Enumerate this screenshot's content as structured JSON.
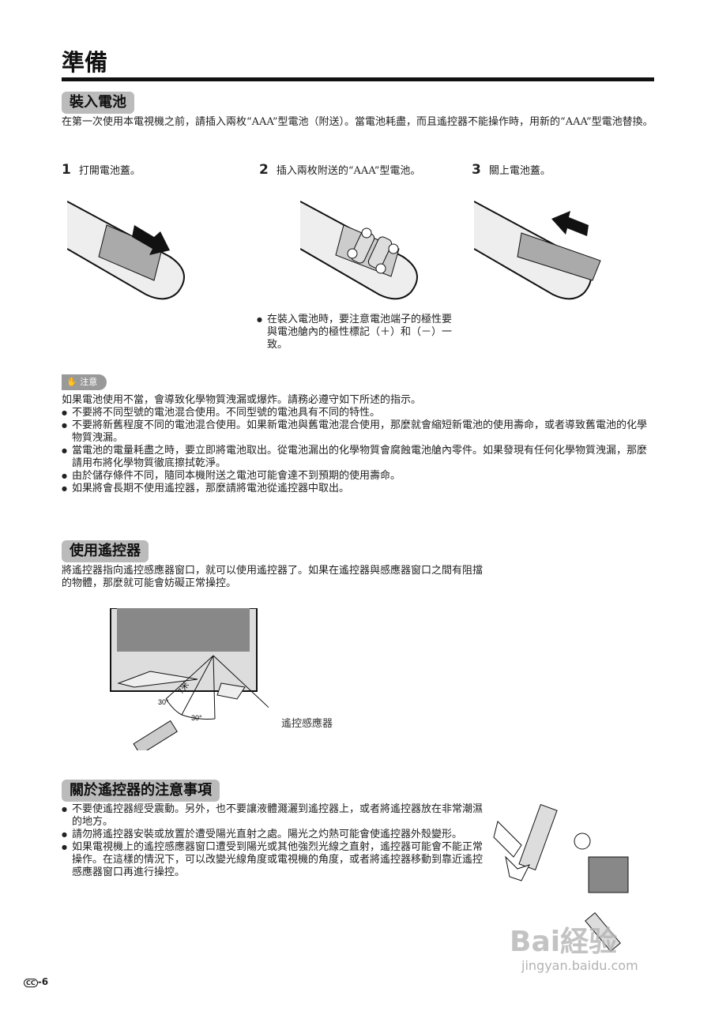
{
  "title": "準備",
  "battery": {
    "heading": "裝入電池",
    "intro": "在第一次使用本電視機之前，請插入兩枚“AAA”型電池（附送）。當電池耗盡，而且遙控器不能操作時，用新的“AAA”型電池替換。",
    "steps": [
      {
        "num": "1",
        "text": "打開電池蓋。"
      },
      {
        "num": "2",
        "text": "插入兩枚附送的“AAA”型電池。"
      },
      {
        "num": "3",
        "text": "關上電池蓋。"
      }
    ],
    "polarity_note": "在裝入電池時，要注意電池端子的極性要與電池艙內的極性標記（＋）和（－）一致。"
  },
  "caution": {
    "badge": "注意",
    "intro": "如果電池使用不當，會導致化學物質洩漏或爆炸。請務必遵守如下所述的指示。",
    "items": [
      "不要將不同型號的電池混合使用。不同型號的電池具有不同的特性。",
      "不要將新舊程度不同的電池混合使用。如果新電池與舊電池混合使用，那麼就會縮短新電池的使用壽命，或者導致舊電池的化學物質洩漏。",
      "當電池的電量耗盡之時，要立即將電池取出。從電池漏出的化學物質會腐蝕電池艙內零件。如果發現有任何化學物質洩漏，那麼請用布將化學物質徹底擦拭乾淨。",
      "由於儲存條件不同，隨同本機附送之電池可能會達不到預期的使用壽命。",
      "如果將會長期不使用遙控器，那麼請將電池從遙控器中取出。"
    ]
  },
  "remote": {
    "heading": "使用遙控器",
    "intro": "將遙控器指向遙控感應器窗口，就可以使用遙控器了。如果在遙控器與感應器窗口之間有阻擋的物體，那麼就可能會妨礙正常操控。",
    "angle_left": "30°",
    "angle_right": "30°",
    "distance": "7米",
    "sensor_label": "遙控感應器"
  },
  "precautions": {
    "heading": "關於遙控器的注意事項",
    "items": [
      "不要使遙控器經受震動。另外，也不要讓液體濺灑到遙控器上，或者將遙控器放在非常潮濕的地方。",
      "請勿將遙控器安裝或放置於遭受陽光直射之處。陽光之灼熱可能會使遙控器外殼變形。",
      "如果電視機上的遙控感應器窗口遭受到陽光或其他強烈光線之直射，遙控器可能會不能正常操作。在這樣的情況下，可以改變光線角度或電視機的角度，或者將遙控器移動到靠近遙控感應器窗口再進行操控。"
    ]
  },
  "footer": {
    "page": "-6",
    "lang_badge": "CC"
  },
  "watermark": {
    "brand": "Bai経验",
    "url": "jingyan.baidu.com"
  }
}
